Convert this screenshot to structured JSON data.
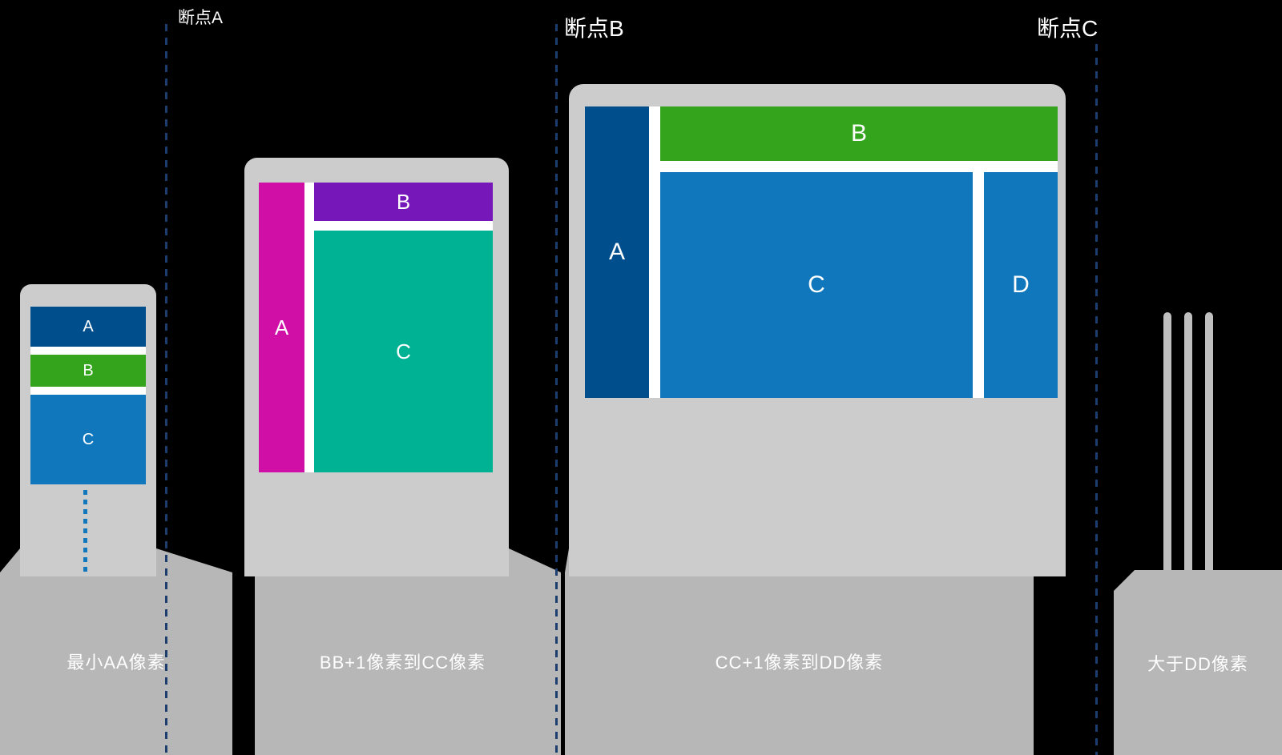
{
  "breakpoints": [
    {
      "label": "断点A"
    },
    {
      "label": "断点B"
    },
    {
      "label": "断点C"
    }
  ],
  "devices": {
    "small": {
      "regions": [
        {
          "id": "A",
          "color": "#004E8C"
        },
        {
          "id": "B",
          "color": "#33A41C"
        },
        {
          "id": "C",
          "color": "#1077BC"
        }
      ]
    },
    "medium": {
      "regions": [
        {
          "id": "A",
          "color": "#D00FA6"
        },
        {
          "id": "B",
          "color": "#7517B9"
        },
        {
          "id": "C",
          "color": "#00B294"
        }
      ]
    },
    "large": {
      "regions": [
        {
          "id": "A",
          "color": "#004E8C"
        },
        {
          "id": "B",
          "color": "#33A41C"
        },
        {
          "id": "C",
          "color": "#1077BC"
        },
        {
          "id": "D",
          "color": "#1077BC"
        }
      ]
    }
  },
  "ranges": [
    {
      "label": "最小AA像素"
    },
    {
      "label": "BB+1像素到CC像素"
    },
    {
      "label": "CC+1像素到DD像素"
    },
    {
      "label": "大于DD像素"
    }
  ],
  "colors": {
    "background": "#000000",
    "device_body": "#CCCCCC",
    "range_band": "#B7B7B7",
    "gutter": "#FFFFFF",
    "breakpoint_line": "#1C3E6E",
    "overflow_dots": "#1077BC",
    "text": "#FFFFFF"
  }
}
